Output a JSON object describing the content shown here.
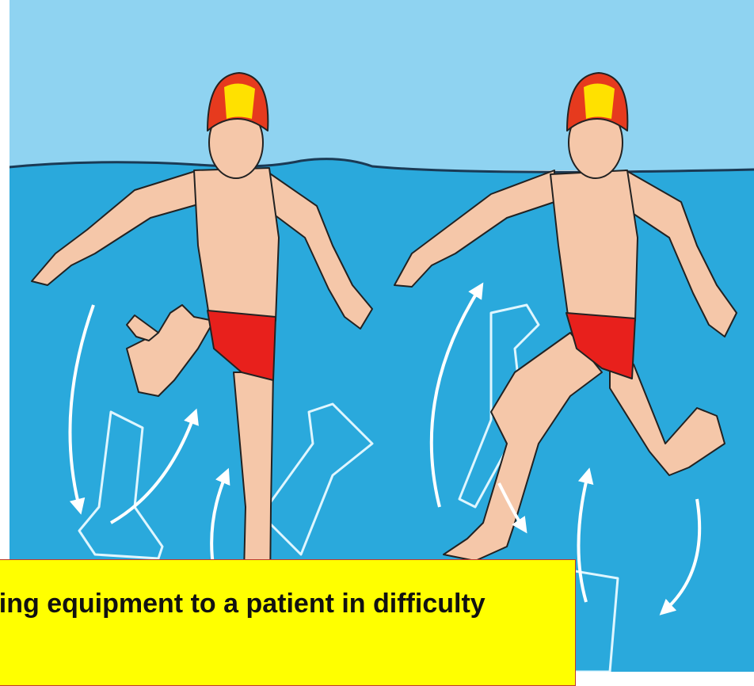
{
  "caption": {
    "text": "Giving equipment to a patient in difficulty"
  },
  "colors": {
    "sky": "#8fd3f1",
    "water": "#2aa9dc",
    "skin": "#f5c7a9",
    "trunks": "#e8201c",
    "cap_red": "#e63a1e",
    "cap_yellow": "#ffe100",
    "caption_bg": "#ffff00"
  },
  "icons": [
    "swimmer-figure",
    "leg-motion-arrow"
  ]
}
